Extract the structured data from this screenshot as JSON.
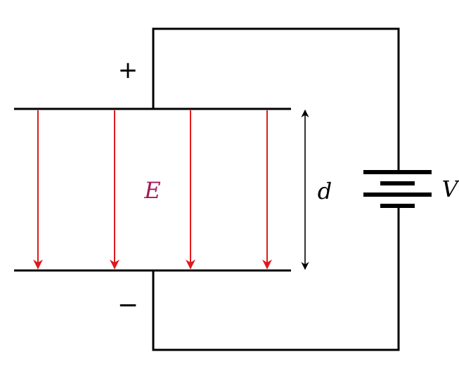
{
  "labels": {
    "plus": "+",
    "minus": "−",
    "field": "E",
    "separation": "d",
    "voltage": "V"
  },
  "colors": {
    "wire": "#000000",
    "field_arrow": "#e0191d",
    "field_label": "#a3195b"
  },
  "field_lines": {
    "count": 4,
    "direction": "down"
  }
}
